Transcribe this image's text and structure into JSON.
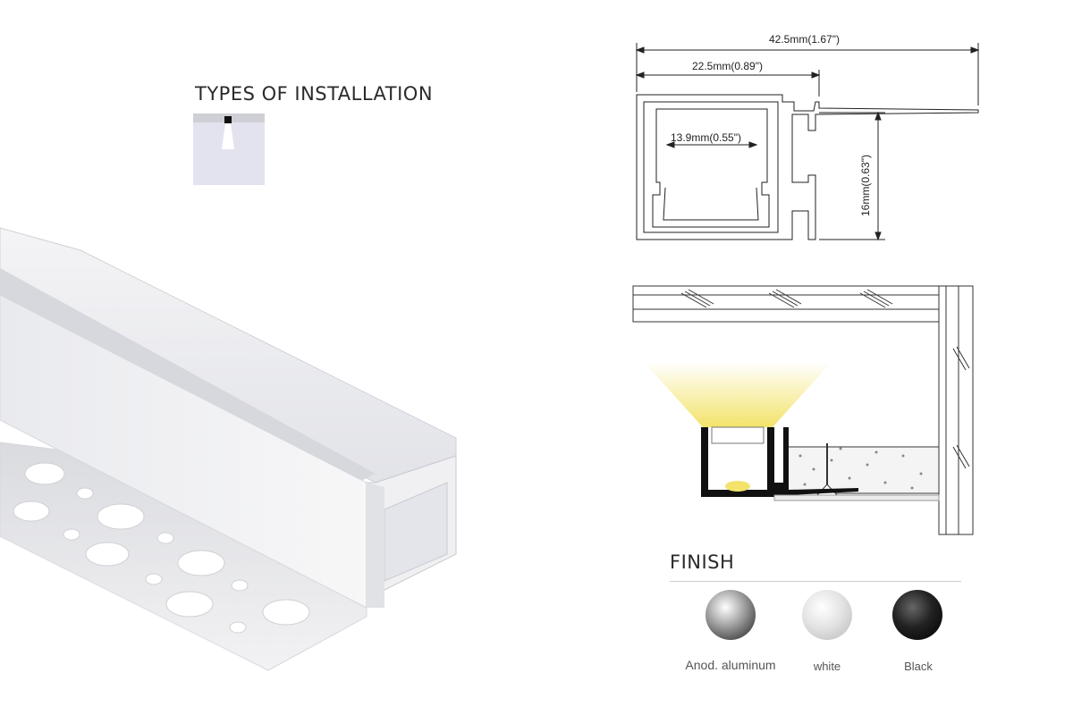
{
  "installation": {
    "title": "TYPES OF INSTALLATION"
  },
  "dimensions": {
    "overall_width": "42.5mm(1.67\")",
    "channel_width": "22.5mm(0.89\")",
    "inner_width": "13.9mm(0.55\")",
    "height": "16mm(0.63\")"
  },
  "finish": {
    "title": "FINISH",
    "options": [
      {
        "label": "Anod. aluminum",
        "color": "#9a9a9a"
      },
      {
        "label": "white",
        "color": "#d9d9d9"
      },
      {
        "label": "Black",
        "color": "#1a1a1a"
      }
    ]
  },
  "colors": {
    "light_beam": "#f3e36a",
    "diffuser": "#eef0f6",
    "line": "#222222"
  }
}
